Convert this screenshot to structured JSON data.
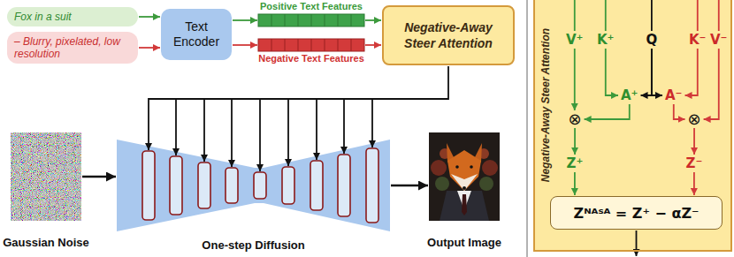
{
  "diagram": {
    "nodes": [
      {
        "text": [
          "Fox in a suit"
        ]
      },
      {
        "text": [
          "– Blurry, pixelated, low resolution"
        ]
      },
      {
        "text": [
          "Text Encoder"
        ]
      },
      {
        "text": [
          "Positive Text Features"
        ]
      },
      {
        "text": [
          "Negative Text Features"
        ]
      },
      {
        "text": [
          "Negative-Away Steer Attention"
        ]
      },
      {
        "text": [
          "Gaussian Noise"
        ]
      },
      {
        "text": [
          "One-step Diffusion"
        ]
      },
      {
        "text": [
          "Output Image"
        ]
      },
      {
        "text": [
          "Negative-Away Steer Attention"
        ]
      },
      {
        "text": [
          "V⁺"
        ],
        "in": 9
      },
      {
        "text": [
          "K⁺"
        ],
        "in": 9
      },
      {
        "text": [
          "Q"
        ],
        "in": 9
      },
      {
        "text": [
          "K⁻"
        ],
        "in": 9
      },
      {
        "text": [
          "V⁻"
        ],
        "in": 9
      },
      {
        "text": [
          "A⁺"
        ],
        "in": 9
      },
      {
        "text": [
          "A⁻"
        ],
        "in": 9
      },
      {
        "text": [
          "⊗"
        ],
        "in": 9
      },
      {
        "text": [
          "⊗"
        ],
        "in": 9
      },
      {
        "text": [
          "Z⁺"
        ],
        "in": 9
      },
      {
        "text": [
          "Z⁻"
        ],
        "in": 9
      },
      {
        "text": [
          "Zᴺᴬˢᴬ = Z⁺ − αZ⁻"
        ],
        "in": 9
      }
    ],
    "edges": [
      {
        "from": 0,
        "to": 2,
        "arrow": "to"
      },
      {
        "from": 1,
        "to": 2,
        "arrow": "to"
      },
      {
        "from": 2,
        "to": 3,
        "arrow": "to"
      },
      {
        "from": 2,
        "to": 4,
        "arrow": "to"
      },
      {
        "from": 3,
        "to": 5,
        "arrow": "to"
      },
      {
        "from": 4,
        "to": 5,
        "arrow": "to"
      },
      {
        "from": 5,
        "to": 7,
        "arrow": "to"
      },
      {
        "from": 6,
        "to": 7,
        "arrow": "to"
      },
      {
        "from": 7,
        "to": 8,
        "arrow": "to"
      },
      {
        "from": 10,
        "to": 17,
        "arrow": "to"
      },
      {
        "from": 11,
        "to": 15,
        "arrow": "to"
      },
      {
        "from": 12,
        "to": 15,
        "arrow": "to"
      },
      {
        "from": 12,
        "to": 16,
        "arrow": "to"
      },
      {
        "from": 13,
        "to": 16,
        "arrow": "to"
      },
      {
        "from": 15,
        "to": 17,
        "arrow": "to"
      },
      {
        "from": 16,
        "to": 18,
        "arrow": "to"
      },
      {
        "from": 14,
        "to": 18,
        "arrow": "to"
      },
      {
        "from": 17,
        "to": 19,
        "arrow": "to"
      },
      {
        "from": 18,
        "to": 20,
        "arrow": "to"
      },
      {
        "from": 19,
        "to": 21,
        "arrow": "to"
      },
      {
        "from": 20,
        "to": 21,
        "arrow": "to"
      }
    ]
  }
}
